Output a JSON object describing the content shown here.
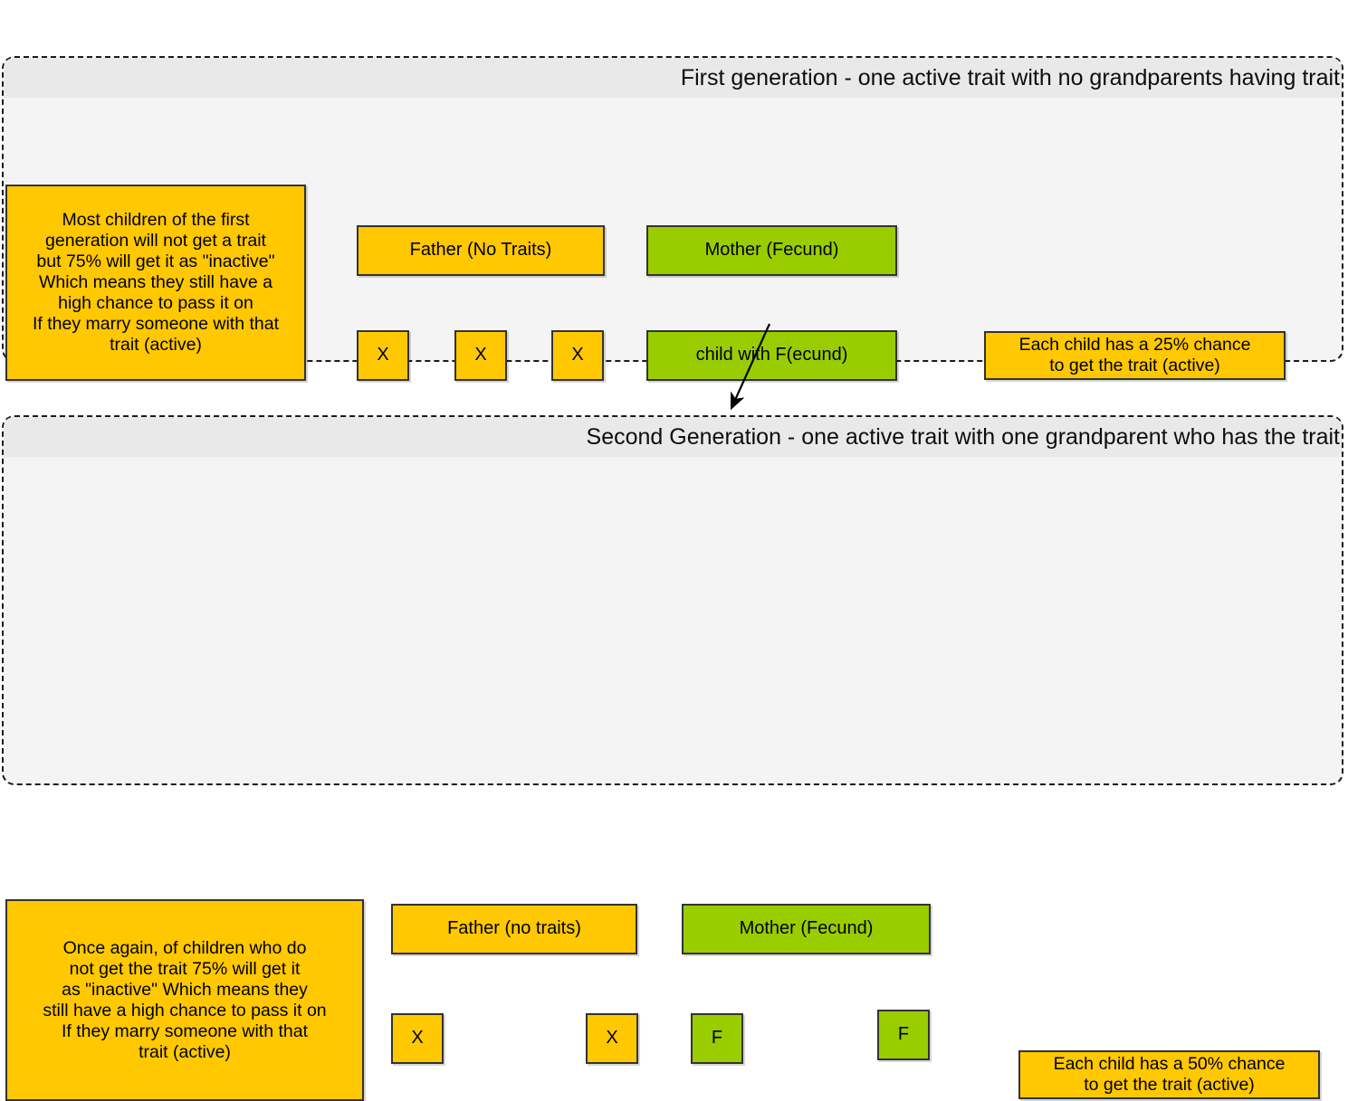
{
  "colors": {
    "trait_active": "#9acd00",
    "no_trait": "#ffc800",
    "container_bg": "#f4f4f4",
    "header_bg": "#e9e9e9",
    "border": "#333333",
    "container_border": "#1a1a1a"
  },
  "generation_one": {
    "title": "First generation - one active trait with no grandparents having trait",
    "note": "Most children of the first\ngeneration will not get a trait\nbut 75% will get it as \"inactive\"\nWhich means they still have a\nhigh chance to pass it on\nIf they marry someone with that\ntrait (active)",
    "father": "Father (No Traits)",
    "mother": "Mother (Fecund)",
    "children": [
      {
        "label": "X",
        "trait": false
      },
      {
        "label": "X",
        "trait": false
      },
      {
        "label": "X",
        "trait": false
      }
    ],
    "trait_child": "child with F(ecund)",
    "chance_note": "Each child has a 25% chance\nto get the trait (active)",
    "chance_percent": "25%"
  },
  "generation_two": {
    "title": "Second Generation - one active trait with one grandparent who has the trait",
    "note": "Once again, of children who do\nnot get the trait 75% will get it\nas \"inactive\" Which means they\nstill have a high chance to pass it on\nIf they marry someone with that\ntrait (active)",
    "father": "Father (no traits)",
    "mother": "Mother (Fecund)",
    "children": [
      {
        "label": "X",
        "trait": false
      },
      {
        "label": "X",
        "trait": false
      },
      {
        "label": "F",
        "trait": true
      },
      {
        "label": "F",
        "trait": true
      }
    ],
    "chance_note": "Each child has a 50% chance\nto get the trait (active)",
    "chance_percent": "50%"
  },
  "connector": {
    "name": "inheritance-arrow",
    "from": "child with F(ecund)",
    "to": "Second Generation"
  }
}
